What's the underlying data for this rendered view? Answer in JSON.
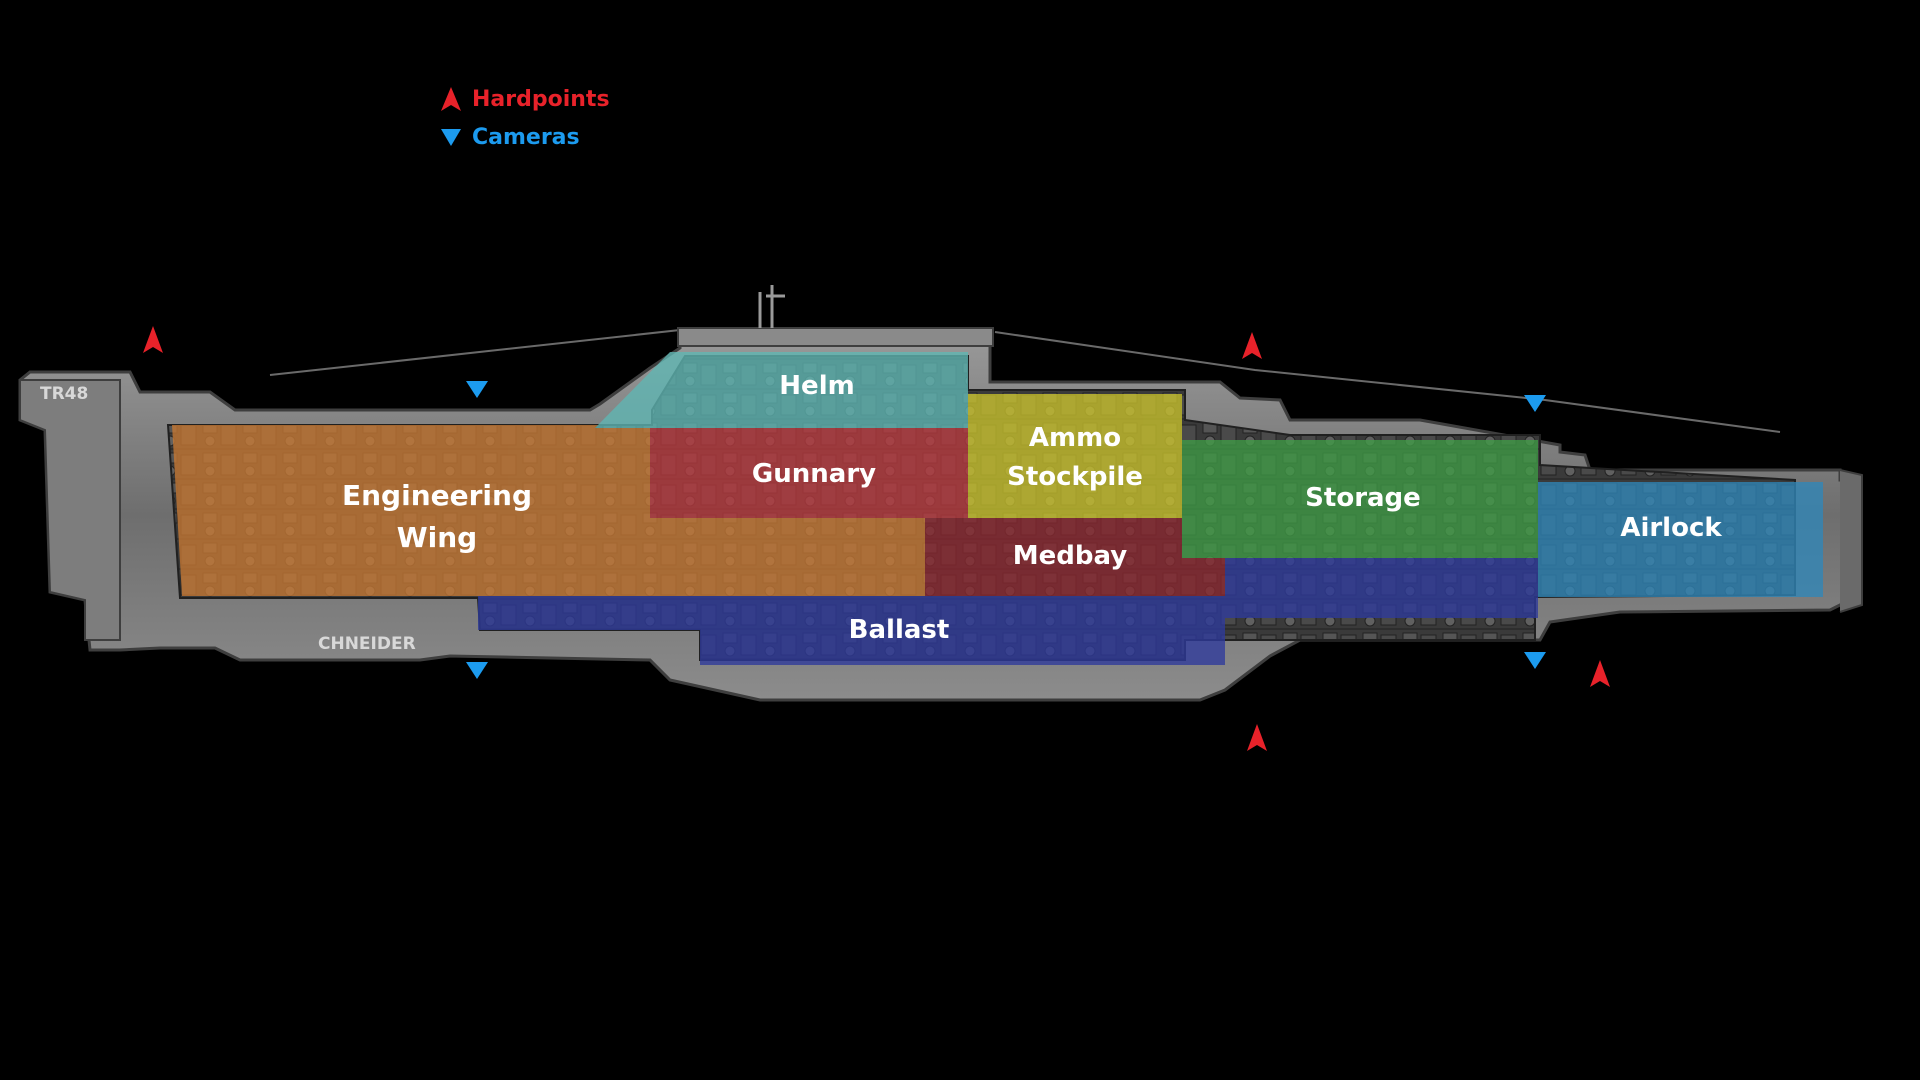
{
  "legend": {
    "hardpoints_label": "Hardpoints",
    "cameras_label": "Cameras",
    "hardpoint_color": "#e8222a",
    "camera_color": "#1c9bef",
    "hardpoint_icon": "red-up-arrow-icon",
    "camera_icon": "blue-down-triangle-icon"
  },
  "hull": {
    "bow_marking": "TR48",
    "name_marking": "CHNEIDER",
    "color": "#8a8a8a"
  },
  "rooms": [
    {
      "id": "engineering",
      "lines": [
        "Engineering",
        "Wing"
      ],
      "color": "#c87a35"
    },
    {
      "id": "helm",
      "lines": [
        "Helm"
      ],
      "color": "#5fb7b4"
    },
    {
      "id": "gunnary",
      "lines": [
        "Gunnary"
      ],
      "color": "#b83a3f"
    },
    {
      "id": "ammo",
      "lines": [
        "Ammo",
        "Stockpile"
      ],
      "color": "#c9c22c"
    },
    {
      "id": "medbay",
      "lines": [
        "Medbay"
      ],
      "color": "#8a2830"
    },
    {
      "id": "storage",
      "lines": [
        "Storage"
      ],
      "color": "#3f9b45"
    },
    {
      "id": "airlock",
      "lines": [
        "Airlock"
      ],
      "color": "#2f86b8"
    },
    {
      "id": "ballast",
      "lines": [
        "Ballast"
      ],
      "color": "#2e3a9c"
    }
  ]
}
